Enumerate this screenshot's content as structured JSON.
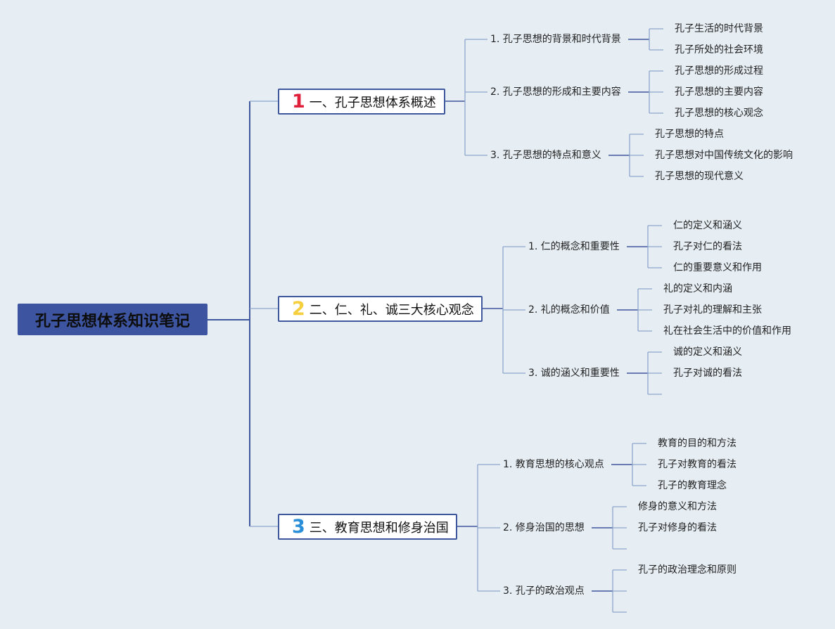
{
  "root": "孔子思想体系知识笔记",
  "colors": {
    "num1": "#e0203a",
    "num2": "#f6cf3e",
    "num3": "#2b8ed8"
  },
  "branches": [
    {
      "num": "1",
      "label": "一、孔子思想体系概述",
      "children": [
        {
          "label": "1. 孔子思想的背景和时代背景",
          "items": [
            "孔子生活的时代背景",
            "孔子所处的社会环境"
          ]
        },
        {
          "label": "2. 孔子思想的形成和主要内容",
          "items": [
            "孔子思想的形成过程",
            "孔子思想的主要内容",
            "孔子思想的核心观念"
          ]
        },
        {
          "label": "3. 孔子思想的特点和意义",
          "items": [
            "孔子思想的特点",
            "孔子思想对中国传统文化的影响",
            "孔子思想的现代意义"
          ]
        }
      ]
    },
    {
      "num": "2",
      "label": "二、仁、礼、诚三大核心观念",
      "children": [
        {
          "label": "1. 仁的概念和重要性",
          "items": [
            "仁的定义和涵义",
            "孔子对仁的看法",
            "仁的重要意义和作用"
          ]
        },
        {
          "label": "2. 礼的概念和价值",
          "items": [
            "礼的定义和内涵",
            "孔子对礼的理解和主张",
            "礼在社会生活中的价值和作用"
          ]
        },
        {
          "label": "3. 诚的涵义和重要性",
          "items": [
            "诚的定义和涵义",
            "孔子对诚的看法",
            ""
          ]
        }
      ]
    },
    {
      "num": "3",
      "label": "三、教育思想和修身治国",
      "children": [
        {
          "label": "1. 教育思想的核心观点",
          "items": [
            "教育的目的和方法",
            "孔子对教育的看法",
            "孔子的教育理念"
          ]
        },
        {
          "label": "2. 修身治国的思想",
          "items": [
            "修身的意义和方法",
            "孔子对修身的看法",
            ""
          ]
        },
        {
          "label": "3. 孔子的政治观点",
          "items": [
            "孔子的政治理念和原则",
            "",
            ""
          ]
        }
      ]
    }
  ]
}
